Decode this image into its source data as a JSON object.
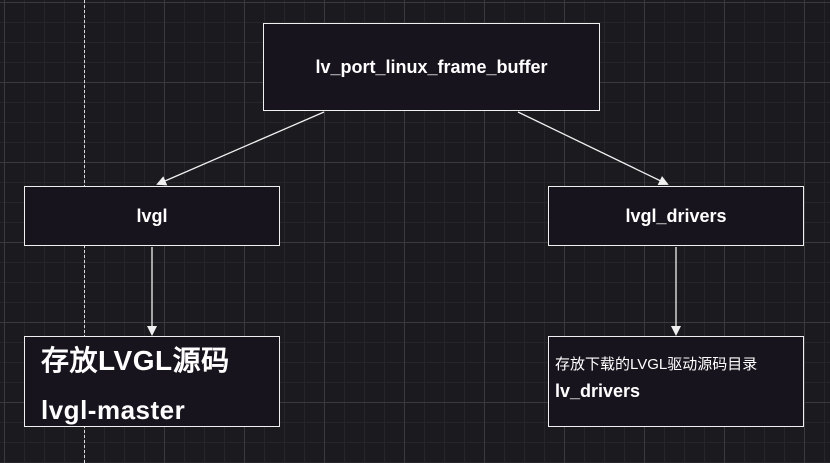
{
  "nodes": {
    "root": "lv_port_linux_frame_buffer",
    "lvgl": "lvgl",
    "lvgl_drivers": "lvgl_drivers",
    "lvgl_source": {
      "line1": "存放LVGL源码",
      "line2": "lvgl-master"
    },
    "drivers_source": {
      "line1": "存放下载的LVGL驱动源码目录",
      "line2": "lv_drivers"
    }
  },
  "colors": {
    "background": "#1b1a1e",
    "node_fill": "#18141d",
    "stroke": "#f0f0f0",
    "text": "#ffffff"
  }
}
